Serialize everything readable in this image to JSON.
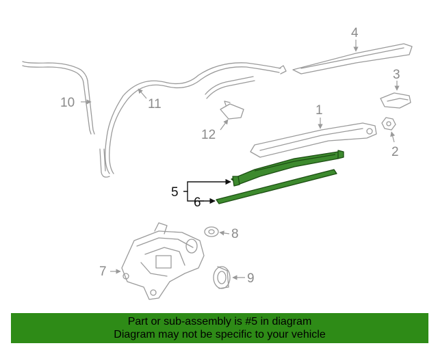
{
  "callouts": {
    "p1": "1",
    "p2": "2",
    "p3": "3",
    "p4": "4",
    "p5": "5",
    "p6": "6",
    "p7": "7",
    "p8": "8",
    "p9": "9",
    "p10": "10",
    "p11": "11",
    "p12": "12"
  },
  "highlight": {
    "color": "#3d8a2e",
    "banner_color": "#2e8b17"
  },
  "banner": {
    "line1": "Part or sub-assembly is #5 in diagram",
    "line2": "Diagram may not be specific to your vehicle"
  }
}
